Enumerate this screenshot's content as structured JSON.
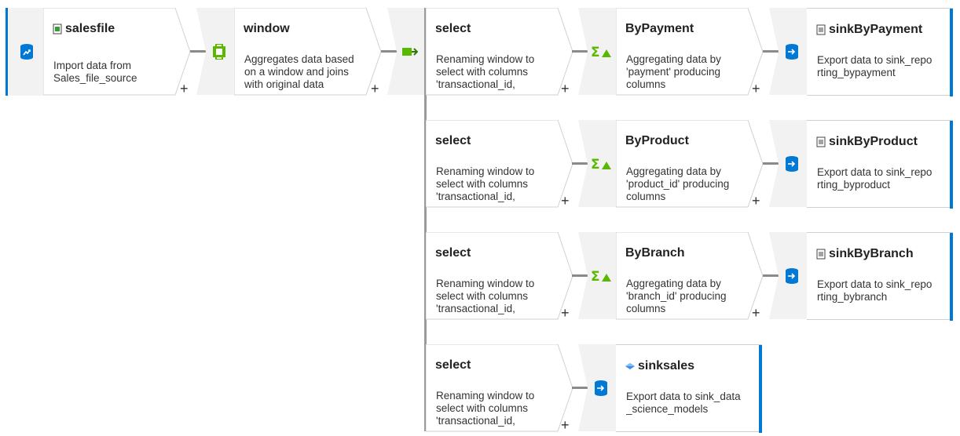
{
  "flow": {
    "source": {
      "title": "salesfile",
      "desc": "Import data from Sales_file_source"
    },
    "window": {
      "title": "window",
      "desc": "Aggregates data based on a window and joins with original data"
    },
    "selects": [
      {
        "title": "select",
        "desc": "Renaming window to select with columns 'transactional_id,"
      },
      {
        "title": "select",
        "desc": "Renaming window to select with columns 'transactional_id,"
      },
      {
        "title": "select",
        "desc": "Renaming window to select with columns 'transactional_id,"
      },
      {
        "title": "select",
        "desc": "Renaming window to select with columns 'transactional_id,"
      }
    ],
    "aggregates": [
      {
        "title": "ByPayment",
        "desc": "Aggregating data by 'payment' producing columns"
      },
      {
        "title": "ByProduct",
        "desc": "Aggregating data by 'product_id' producing columns"
      },
      {
        "title": "ByBranch",
        "desc": "Aggregating data by 'branch_id' producing columns"
      }
    ],
    "sinks": [
      {
        "title": "sinkByPayment",
        "desc": "Export data to sink_reporting_bypayment"
      },
      {
        "title": "sinkByProduct",
        "desc": "Export data to sink_reporting_byproduct"
      },
      {
        "title": "sinkByBranch",
        "desc": "Export data to sink_reporting_bybranch"
      },
      {
        "title": "sinksales",
        "desc": "Export data to sink_data_science_models"
      }
    ],
    "plus": "+"
  },
  "colors": {
    "accent": "#0078d4",
    "connector": "#8a8a8a",
    "green": "#5bb800"
  }
}
